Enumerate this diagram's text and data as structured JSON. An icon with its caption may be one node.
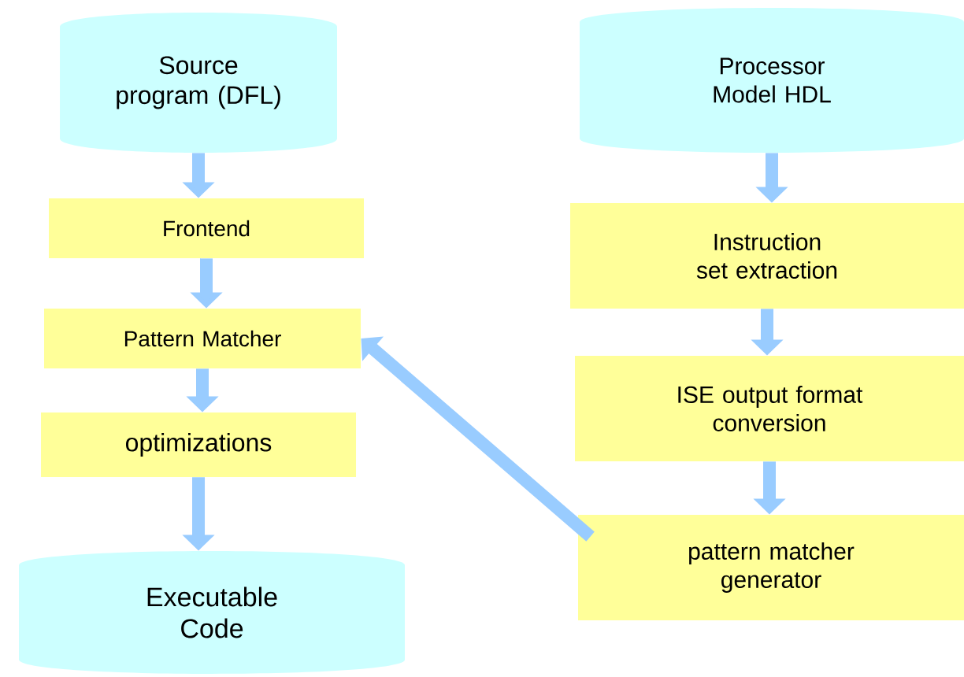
{
  "diagram": {
    "nodes": [
      {
        "text": [
          "Source program (DFL)"
        ]
      },
      {
        "text": [
          "Frontend"
        ]
      },
      {
        "text": [
          "Pattern Matcher"
        ]
      },
      {
        "text": [
          "optimizations"
        ]
      },
      {
        "text": [
          "Executable Code"
        ]
      },
      {
        "text": [
          "Processor Model HDL"
        ]
      },
      {
        "text": [
          "Instruction set extraction"
        ]
      },
      {
        "text": [
          "ISE output format conversion"
        ]
      },
      {
        "text": [
          "pattern matcher generator"
        ]
      }
    ],
    "edges": [
      {
        "from": 0,
        "to": 1,
        "arrow": "to"
      },
      {
        "from": 1,
        "to": 2,
        "arrow": "to"
      },
      {
        "from": 2,
        "to": 3,
        "arrow": "to"
      },
      {
        "from": 3,
        "to": 4,
        "arrow": "to"
      },
      {
        "from": 5,
        "to": 6,
        "arrow": "to"
      },
      {
        "from": 6,
        "to": 7,
        "arrow": "to"
      },
      {
        "from": 7,
        "to": 8,
        "arrow": "to"
      },
      {
        "from": 8,
        "to": 2,
        "arrow": "to"
      }
    ]
  }
}
